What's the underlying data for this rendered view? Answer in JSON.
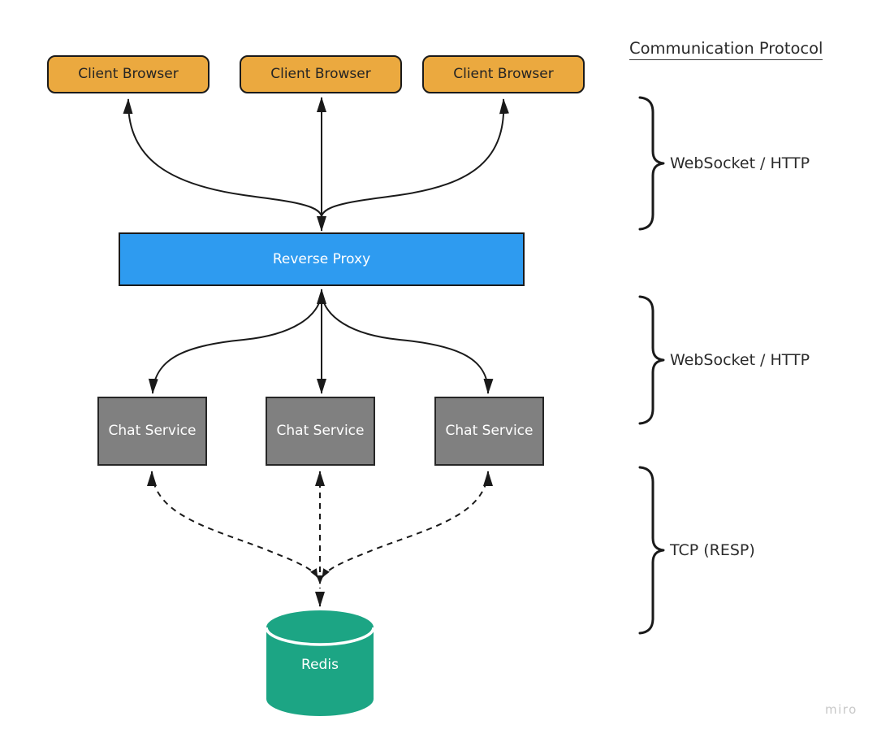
{
  "heading": "Communication Protocol",
  "nodes": {
    "clients": [
      "Client Browser",
      "Client Browser",
      "Client Browser"
    ],
    "proxy": "Reverse Proxy",
    "services": [
      "Chat Service",
      "Chat Service",
      "Chat Service"
    ],
    "database": "Redis"
  },
  "protocols": [
    "WebSocket / HTTP",
    "WebSocket / HTTP",
    "TCP (RESP)"
  ],
  "watermark": "miro",
  "colors": {
    "client-fill": "#EBA93F",
    "proxy-fill": "#2E9BF0",
    "service-fill": "#808080",
    "redis-fill": "#1CA584",
    "stroke": "#1A1A1A",
    "label-text": "#2B2B2B",
    "watermark-text": "#C8C8C8"
  }
}
